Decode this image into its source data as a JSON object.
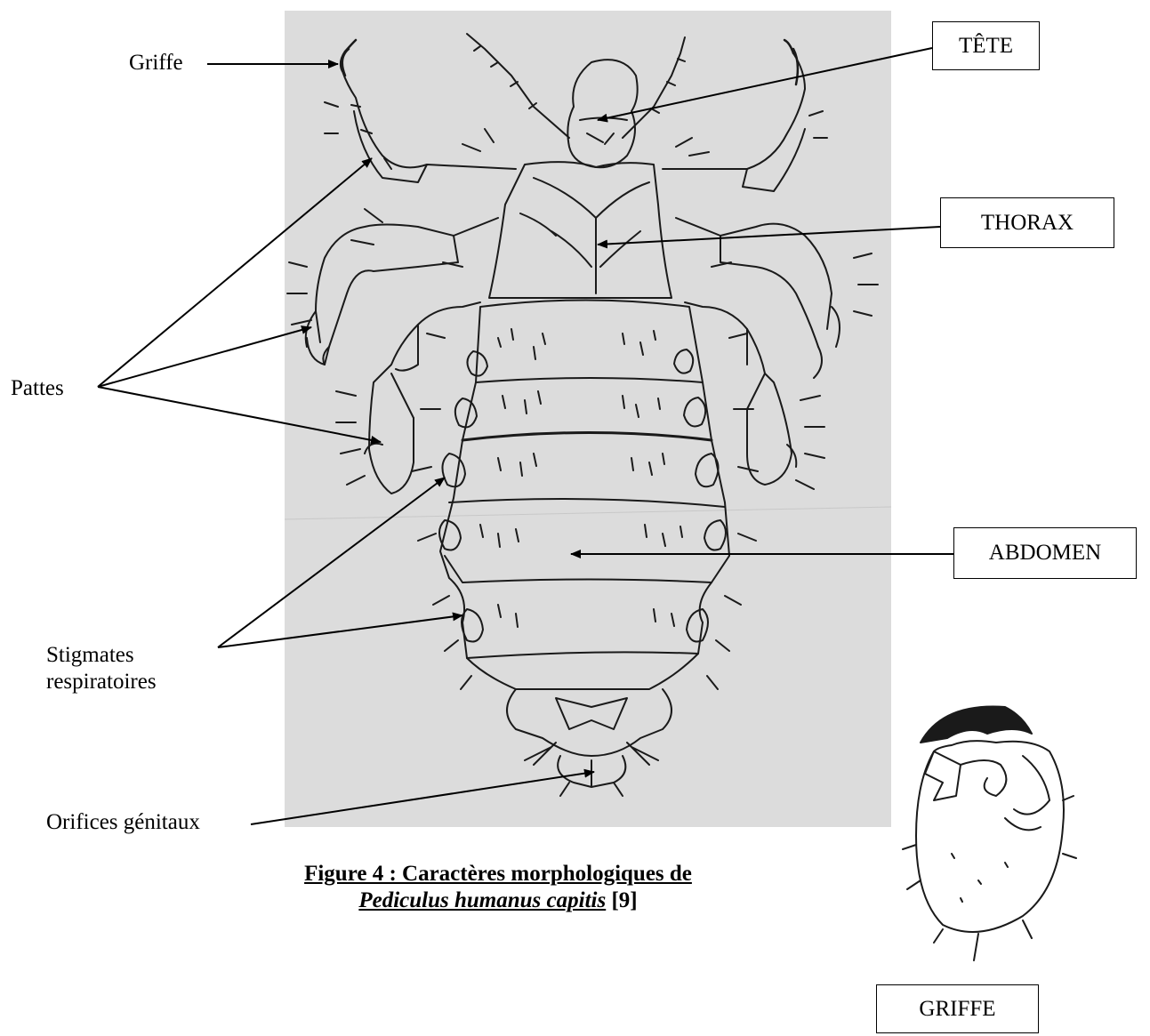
{
  "labels": {
    "griffe_claw": "Griffe",
    "pattes": "Pattes",
    "stigmates_line1": "Stigmates",
    "stigmates_line2": "respiratoires",
    "orifices": "Orifices génitaux"
  },
  "boxes": {
    "tete": "TÊTE",
    "thorax": "THORAX",
    "abdomen": "ABDOMEN",
    "griffe": "GRIFFE"
  },
  "caption": {
    "line1": "Figure 4 : Caractères morphologiques de",
    "species": "Pediculus humanus capitis",
    "ref": " [9]"
  },
  "colors": {
    "photo_background": "#dcdcdc",
    "ink": "#1a1a1a"
  }
}
